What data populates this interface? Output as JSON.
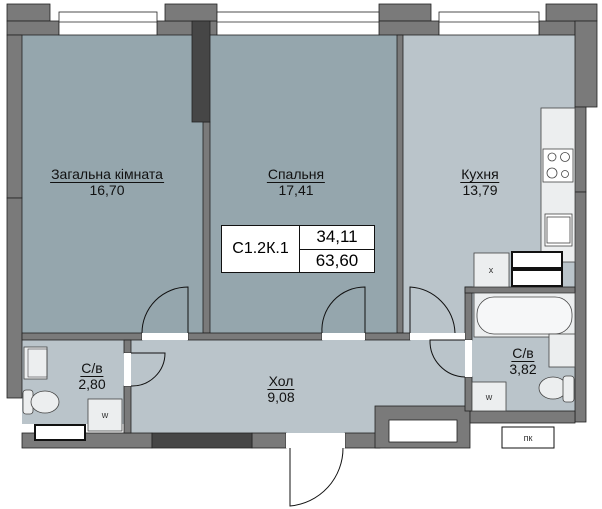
{
  "plan": {
    "unit_code": "С1.2К.1",
    "living_area": "34,11",
    "total_area": "63,60",
    "colors": {
      "wall": "#7a7a7a",
      "wall_dark": "#464646",
      "living_room": "#95a6ad",
      "service_room": "#bac4ca",
      "fixture": "#eceeef",
      "outline": "#111111"
    },
    "rooms": [
      {
        "name": "Загальна кімната",
        "area": "16,70"
      },
      {
        "name": "Спальня",
        "area": "17,41"
      },
      {
        "name": "Кухня",
        "area": "13,79"
      },
      {
        "name": "С/в",
        "area": "2,80"
      },
      {
        "name": "Хол",
        "area": "9,08"
      },
      {
        "name": "С/в",
        "area": "3,82"
      }
    ],
    "fixture_tags": {
      "washer_left": "w",
      "washer_right": "w",
      "fridge": "x",
      "boiler": "пк"
    }
  }
}
